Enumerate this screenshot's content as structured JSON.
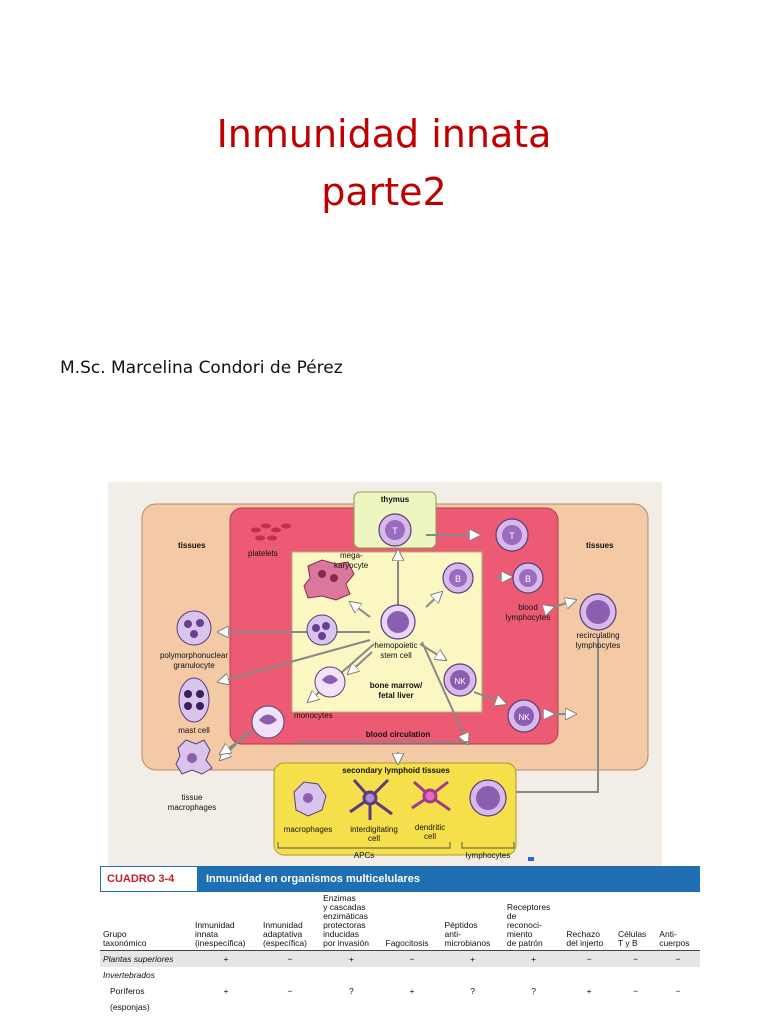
{
  "slide": {
    "title_line1": "Inmunidad innata",
    "title_line2": "parte2",
    "author": "M.Sc. Marcelina Condori de Pérez"
  },
  "diagram": {
    "thymus": "thymus",
    "tissues_left": "tissues",
    "tissues_right": "tissues",
    "platelets": "platelets",
    "megakaryocyte_1": "mega-",
    "megakaryocyte_2": "karyocyte",
    "stem_cell_1": "hemopoietic",
    "stem_cell_2": "stem cell",
    "bone_marrow_1": "bone marrow/",
    "bone_marrow_2": "fetal liver",
    "blood_circulation": "blood circulation",
    "blood_lymphocytes_1": "blood",
    "blood_lymphocytes_2": "lymphocytes",
    "recirculating_1": "recirculating",
    "recirculating_2": "lymphocytes",
    "pmn_1": "polymorphonuclear",
    "pmn_2": "granulocyte",
    "mast_cell": "mast cell",
    "monocytes": "monocytes",
    "tissue_macrophages_1": "tissue",
    "tissue_macrophages_2": "macrophages",
    "secondary_lymphoid": "secondary lymphoid tissues",
    "macrophages": "macrophages",
    "interdigitating_1": "interdigitating",
    "interdigitating_2": "cell",
    "dendritic_1": "dendritic",
    "dendritic_2": "cell",
    "apcs": "APCs",
    "lymphocytes": "lymphocytes",
    "cell_T": "T",
    "cell_B": "B",
    "cell_NK": "NK"
  },
  "table": {
    "code": "CUADRO 3-4",
    "caption": "Inmunidad en organismos multicelulares",
    "headers": [
      [
        "Grupo",
        "taxonómico"
      ],
      [
        "Inmunidad",
        "innata",
        "(inespecífica)"
      ],
      [
        "Inmunidad",
        "adaptativa",
        "(específica)"
      ],
      [
        "Enzimas",
        "y cascadas",
        "enzimáticas",
        "protectoras",
        "inducidas",
        "por invasión"
      ],
      [
        "Fagocitosis"
      ],
      [
        "Péptidos",
        "anti-",
        "microbianos"
      ],
      [
        "Receptores",
        "de",
        "reconoci-",
        "miento",
        "de patrón"
      ],
      [
        "Rechazo",
        "del injerto"
      ],
      [
        "Células",
        "T y B"
      ],
      [
        "Anti-",
        "cuerpos"
      ]
    ],
    "rows": [
      {
        "group": "Plantas superiores",
        "values": [
          "+",
          "−",
          "+",
          "−",
          "+",
          "+",
          "−",
          "−",
          "−"
        ]
      },
      {
        "group": "Invertebrados",
        "values": [
          "",
          "",
          "",
          "",
          "",
          "",
          "",
          "",
          ""
        ]
      },
      {
        "group": "Poríferos",
        "values": [
          "+",
          "−",
          "?",
          "+",
          "?",
          "?",
          "+",
          "−",
          "−"
        ]
      },
      {
        "group": "(esponjas)",
        "values": [
          "",
          "",
          "",
          "",
          "",
          "",
          "",
          "",
          ""
        ]
      }
    ]
  }
}
